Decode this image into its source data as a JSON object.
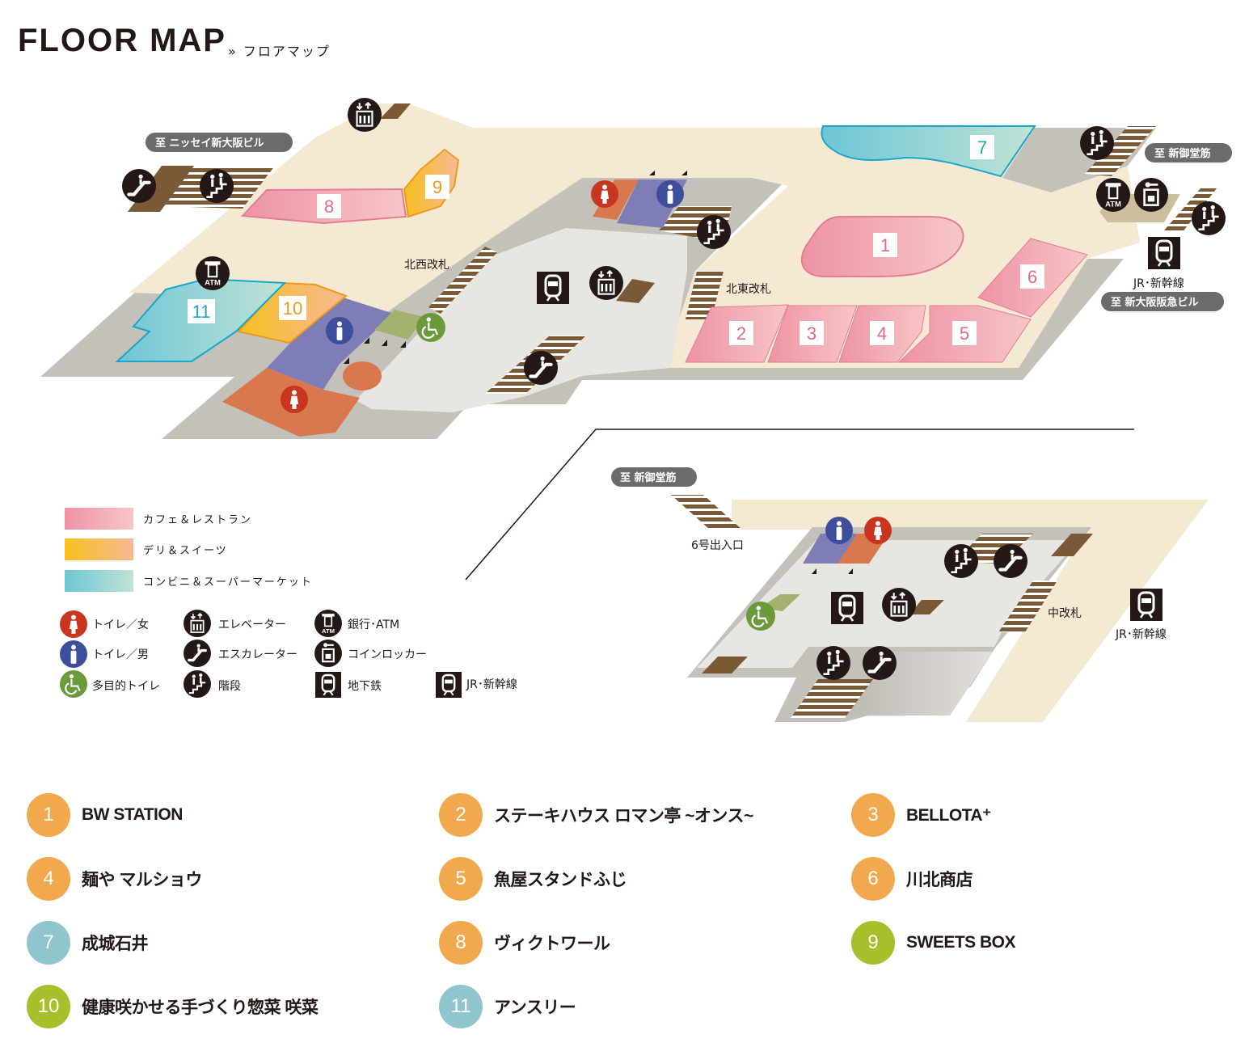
{
  "header": {
    "title": "FLOOR MAP",
    "subtitle": "» フロアマップ"
  },
  "map": {
    "directions": {
      "nissay": "至 ニッセイ新大阪ビル",
      "midosuji_top": "至 新御堂筋",
      "hankyu": "至 新大阪阪急ビル",
      "midosuji_bottom": "至 新御堂筋"
    },
    "gates": {
      "northwest": "北西改札",
      "northeast": "北東改札",
      "center": "中改札"
    },
    "entrance": "6号出入口",
    "jr_top": "JR･新幹線",
    "jr_bottom": "JR･新幹線",
    "shop_numbers": [
      "1",
      "2",
      "3",
      "4",
      "5",
      "6",
      "7",
      "8",
      "9",
      "10",
      "11"
    ]
  },
  "legend": {
    "categories": [
      {
        "label": "カフェ＆レストラン",
        "color_from": "#ee93a4",
        "color_to": "#f7c6c6"
      },
      {
        "label": "デリ＆スイーツ",
        "color_from": "#f7bf1e",
        "color_to": "#f6b996"
      },
      {
        "label": "コンビニ＆スーパーマーケット",
        "color_from": "#6ec6d6",
        "color_to": "#bfe3d6"
      }
    ],
    "icons": {
      "women": "トイレ／女",
      "men": "トイレ／男",
      "accessible": "多目的トイレ",
      "elevator": "エレベーター",
      "escalator": "エスカレーター",
      "stairs": "階段",
      "atm": "銀行･ATM",
      "locker": "コインロッカー",
      "subway": "地下鉄",
      "jr": "JR･新幹線"
    }
  },
  "stores": [
    {
      "num": "1",
      "name": "BW STATION",
      "color": "#f2a94e"
    },
    {
      "num": "2",
      "name": "ステーキハウス ロマン亭 ~オンス~",
      "color": "#f2a94e"
    },
    {
      "num": "3",
      "name": "BELLOTA⁺",
      "color": "#f2a94e"
    },
    {
      "num": "4",
      "name": "麺や マルショウ",
      "color": "#f2a94e"
    },
    {
      "num": "5",
      "name": "魚屋スタンドふじ",
      "color": "#f2a94e"
    },
    {
      "num": "6",
      "name": "川北商店",
      "color": "#f2a94e"
    },
    {
      "num": "7",
      "name": "成城石井",
      "color": "#8fc6ce"
    },
    {
      "num": "8",
      "name": "ヴィクトワール",
      "color": "#f2a94e"
    },
    {
      "num": "9",
      "name": "SWEETS BOX",
      "color": "#a9be2b"
    },
    {
      "num": "10",
      "name": "健康咲かせる手づくり惣菜 咲菜",
      "color": "#a9be2b"
    },
    {
      "num": "11",
      "name": "アンスリー",
      "color": "#8fc6ce"
    }
  ]
}
